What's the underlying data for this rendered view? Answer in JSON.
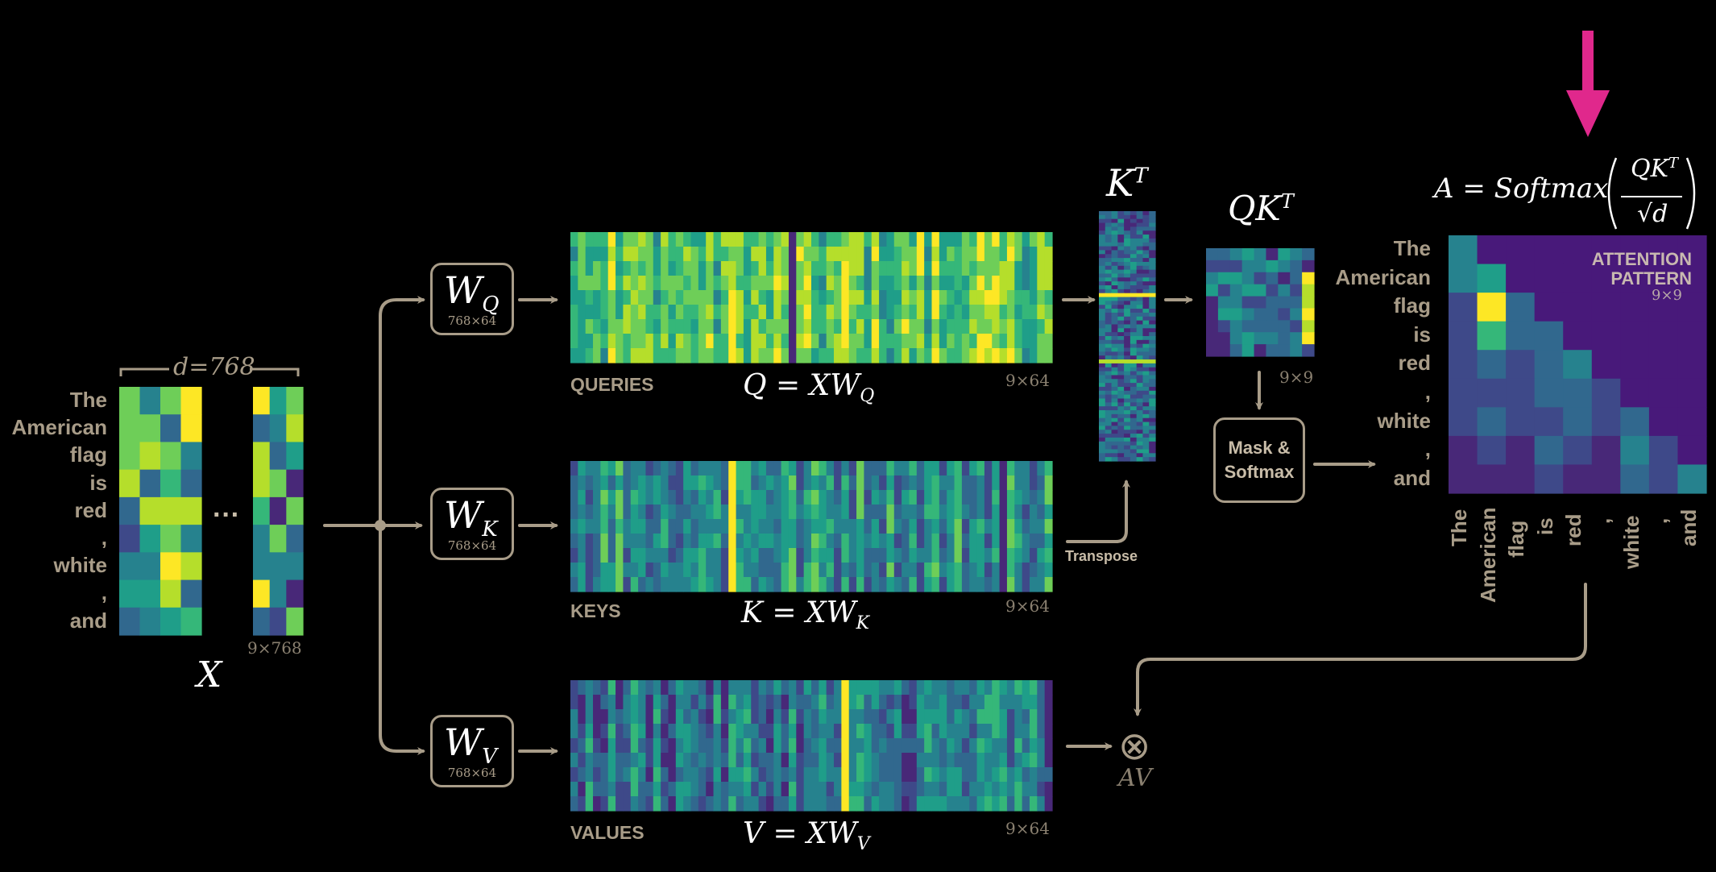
{
  "tokens": [
    "The",
    "American",
    "flag",
    "is",
    "red",
    ",",
    "white",
    ",",
    "and"
  ],
  "embedding": {
    "dim_label": "d=768",
    "ellipsis": "···",
    "shape": "9×768",
    "symbol": "X"
  },
  "weights": [
    {
      "letter": "W",
      "sub": "Q",
      "shape": "768×64"
    },
    {
      "letter": "W",
      "sub": "K",
      "shape": "768×64"
    },
    {
      "letter": "W",
      "sub": "V",
      "shape": "768×64"
    }
  ],
  "queries": {
    "label": "QUERIES",
    "eq_lhs": "Q",
    "eq_rhs": "XW",
    "eq_sub": "Q",
    "shape": "9×64"
  },
  "keys": {
    "label": "KEYS",
    "eq_lhs": "K",
    "eq_rhs": "XW",
    "eq_sub": "K",
    "shape": "9×64"
  },
  "values": {
    "label": "VALUES",
    "eq_lhs": "V",
    "eq_rhs": "XW",
    "eq_sub": "V",
    "shape": "9×64"
  },
  "transpose": {
    "label": "Transpose",
    "kt_base": "K",
    "kt_sup": "T"
  },
  "qkt": {
    "base": "QK",
    "sup": "T",
    "shape": "9×9"
  },
  "mask_softmax": {
    "line1": "Mask &",
    "line2": "Softmax"
  },
  "formula": {
    "lhs": "A = Softmax",
    "num": "QK",
    "num_sup": "T",
    "den": "√d"
  },
  "attention": {
    "title_line1": "ATTENTION",
    "title_line2": "PATTERN",
    "shape": "9×9"
  },
  "av": {
    "symbol": "⊗",
    "label": "AV"
  },
  "colors": {
    "background": "#000000",
    "line": "#a89c88",
    "pointer_arrow": "#e0288c",
    "masked": "#48197a",
    "viridis": [
      "#440154",
      "#482878",
      "#3e4989",
      "#31688e",
      "#26828e",
      "#1f9e89",
      "#35b779",
      "#6ece58",
      "#b5de2b",
      "#fde725"
    ]
  }
}
